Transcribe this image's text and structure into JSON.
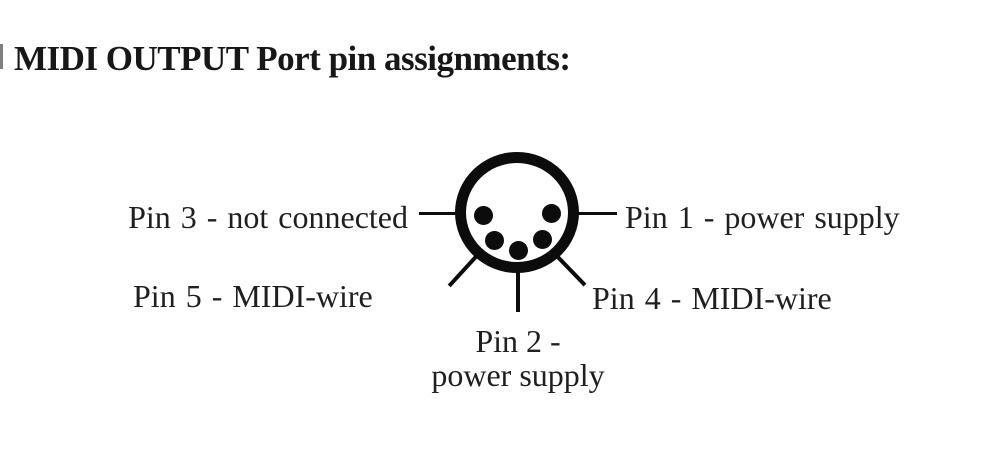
{
  "page": {
    "title": "MIDI OUTPUT Port pin assignments:"
  },
  "colors": {
    "ink": "#1c1c1c",
    "connector": "#0c0c0c",
    "background": "#ffffff"
  },
  "diagram": {
    "type": "din5-connector-pinout",
    "pins": {
      "pin1": {
        "label": "Pin 1 - power supply"
      },
      "pin2": {
        "label_line1": "Pin 2 -",
        "label_line2": "power supply"
      },
      "pin3": {
        "label": "Pin 3 - not connected"
      },
      "pin4": {
        "label": "Pin 4 - MIDI-wire"
      },
      "pin5": {
        "label": "Pin 5 - MIDI-wire"
      }
    }
  }
}
